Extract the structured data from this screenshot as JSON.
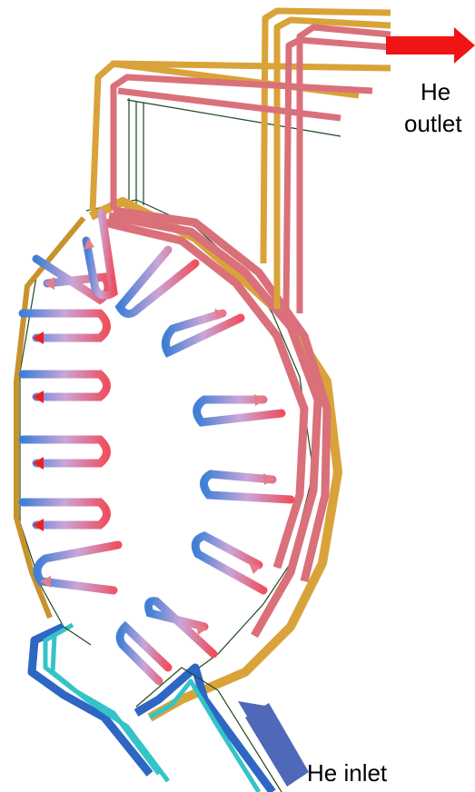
{
  "labels": {
    "outlet_line1": "He",
    "outlet_line2": "outlet",
    "inlet": "He inlet"
  },
  "colors": {
    "hot": "#ef2020",
    "warm": "#e87c86",
    "cold": "#3f7fd6",
    "gold": "#d9a33a",
    "pink": "#d9707a",
    "deep_blue": "#2e66c4",
    "cyan": "#34c3c8",
    "dark_green": "#1d4a1f",
    "inlet_arrow": "#5068b8",
    "outlet_arrow": "#f01414"
  }
}
